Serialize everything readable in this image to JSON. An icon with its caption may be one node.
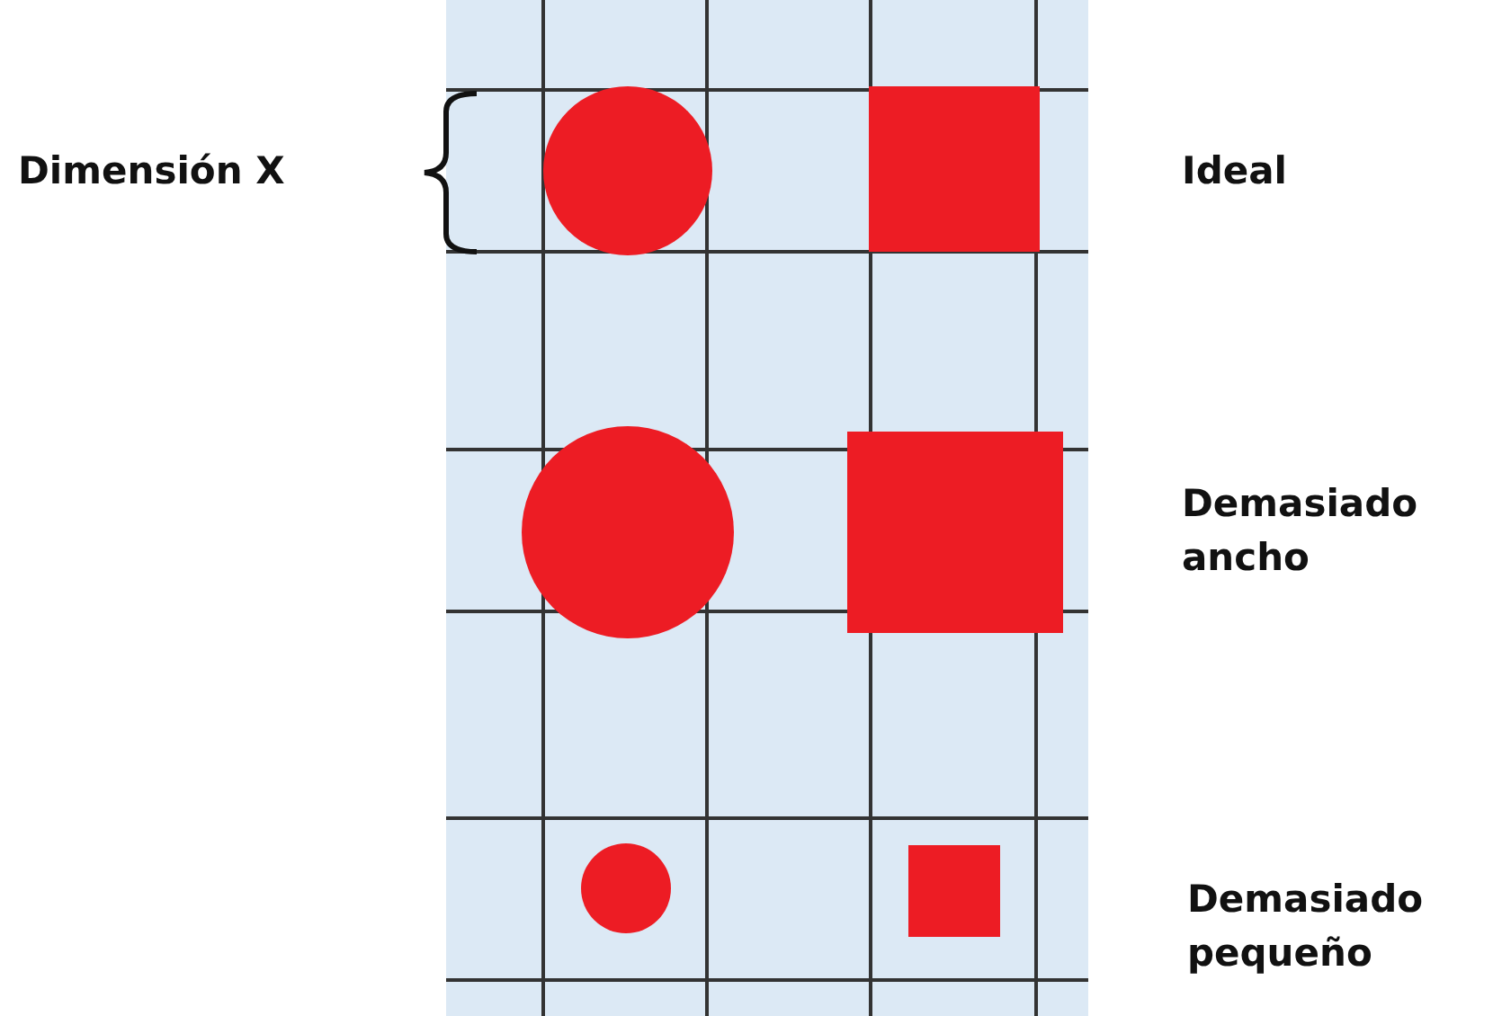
{
  "diagram": {
    "labels": [
      "Dimensión X",
      "Ideal",
      "Demasiado ancho",
      "Demasiado pequeño"
    ]
  }
}
